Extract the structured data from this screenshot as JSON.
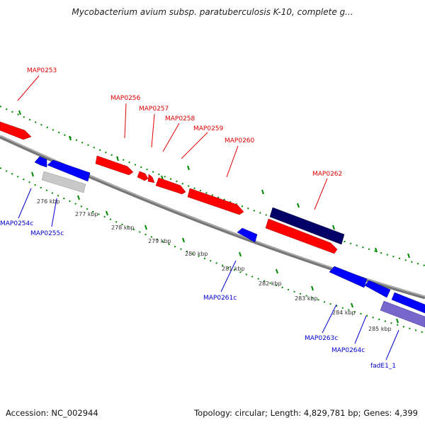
{
  "title": "Mycobacterium avium subsp. paratuberculosis K-10, complete g...",
  "footer": {
    "accession": "Accession: NC_002944",
    "summary": "Topology: circular; Length: 4,829,781 bp; Genes: 4,399"
  },
  "colors": {
    "forward_gene": "#ff0000",
    "reverse_gene": "#0000ff",
    "forward_label": "#e00000",
    "reverse_label": "#0000cc",
    "backbone": "#888888",
    "tick_marks": "#008800",
    "selected_gene": "#000066",
    "pseudo_gene": "#c8c8c8",
    "fadE_gene": "#7766cc"
  },
  "forward_labels": [
    "MAP0253",
    "MAP0256",
    "MAP0257",
    "MAP0258",
    "MAP0259",
    "MAP0260",
    "MAP0262"
  ],
  "reverse_labels": [
    "MAP0254c",
    "MAP0255c",
    "MAP0261c",
    "MAP0263c",
    "MAP0264c",
    "fadE1_1"
  ],
  "ticks": [
    "276 kbp",
    "277 kbp",
    "278 kbp",
    "279 kbp",
    "280 kbp",
    "281 kbp",
    "282 kbp",
    "283 kbp",
    "284 kbp",
    "285 kbp"
  ]
}
